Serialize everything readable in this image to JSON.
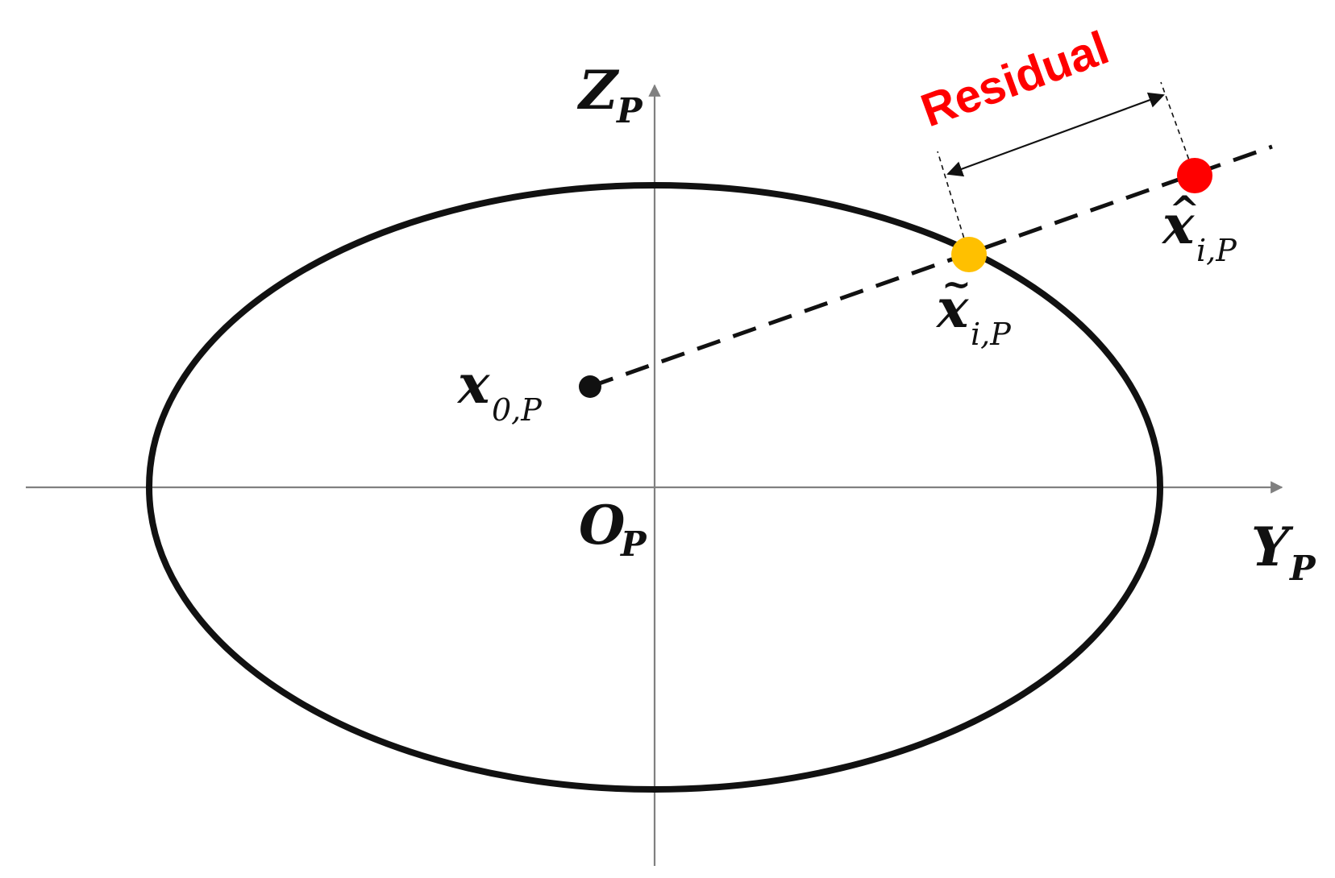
{
  "labels": {
    "z_axis": {
      "main": "Z",
      "sub": "P"
    },
    "y_axis": {
      "main": "Y",
      "sub": "P"
    },
    "origin": {
      "main": "O",
      "sub": "P"
    },
    "x0": {
      "main": "x",
      "sub": "0,P"
    },
    "x_tilde": {
      "main": "x",
      "accent": "~",
      "sub": "i,P"
    },
    "x_hat": {
      "main": "x",
      "accent": "^",
      "sub": "i,P"
    },
    "residual": "Residual"
  },
  "colors": {
    "axis": "#808080",
    "ellipse": "#111111",
    "dashed_line": "#111111",
    "x0_point": "#111111",
    "x_tilde_point": "#FFC000",
    "x_hat_point": "#FF0000",
    "residual_text": "#FF0000"
  },
  "icons": {
    "axis_arrow": "arrowhead-triangle",
    "dimension_arrow": "double-arrow"
  }
}
